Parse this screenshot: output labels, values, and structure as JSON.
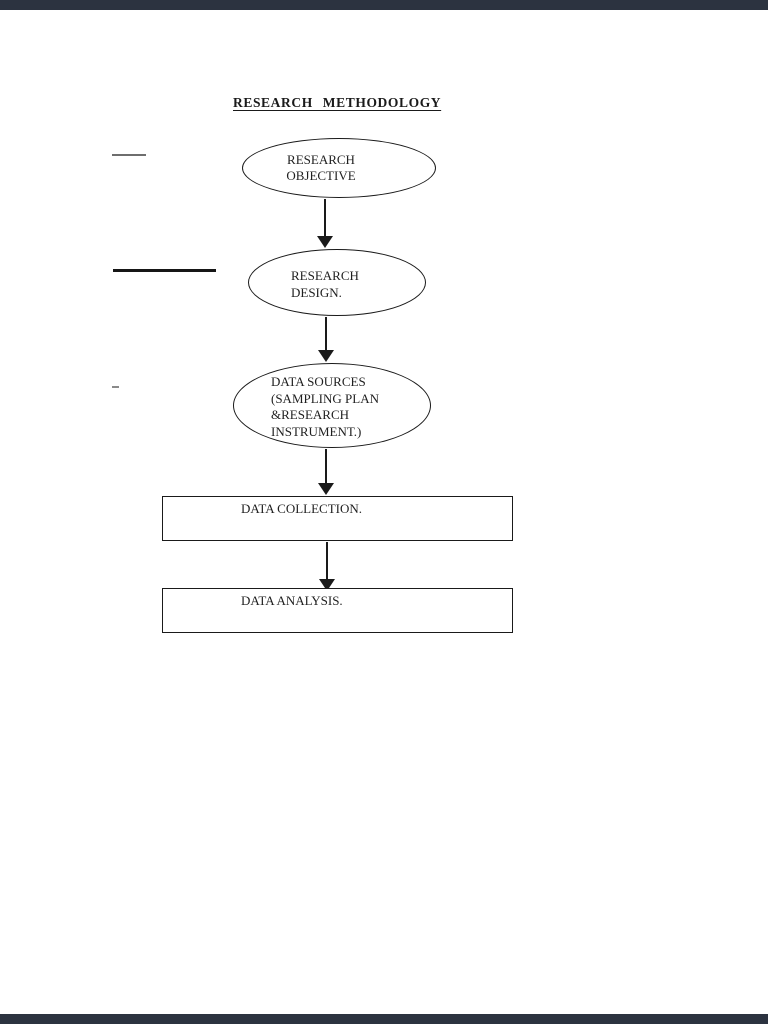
{
  "page": {
    "title": "RESEARCH METHODOLOGY"
  },
  "flowchart": {
    "nodes": [
      {
        "shape": "ellipse",
        "label": "RESEARCH\nOBJECTIVE"
      },
      {
        "shape": "ellipse",
        "label": "RESEARCH\nDESIGN."
      },
      {
        "shape": "ellipse",
        "label": "DATA SOURCES\n(SAMPLING PLAN\n&RESEARCH\nINSTRUMENT.)"
      },
      {
        "shape": "rect",
        "label": "DATA COLLECTION."
      },
      {
        "shape": "rect",
        "label": "DATA ANALYSIS."
      }
    ],
    "connector_style": "vertical-arrow-solid-head"
  },
  "colors": {
    "page_background": "#ffffff",
    "viewer_bar": "#2c3340",
    "shape_stroke": "#1a1a1a",
    "text": "#1f1f1f"
  }
}
